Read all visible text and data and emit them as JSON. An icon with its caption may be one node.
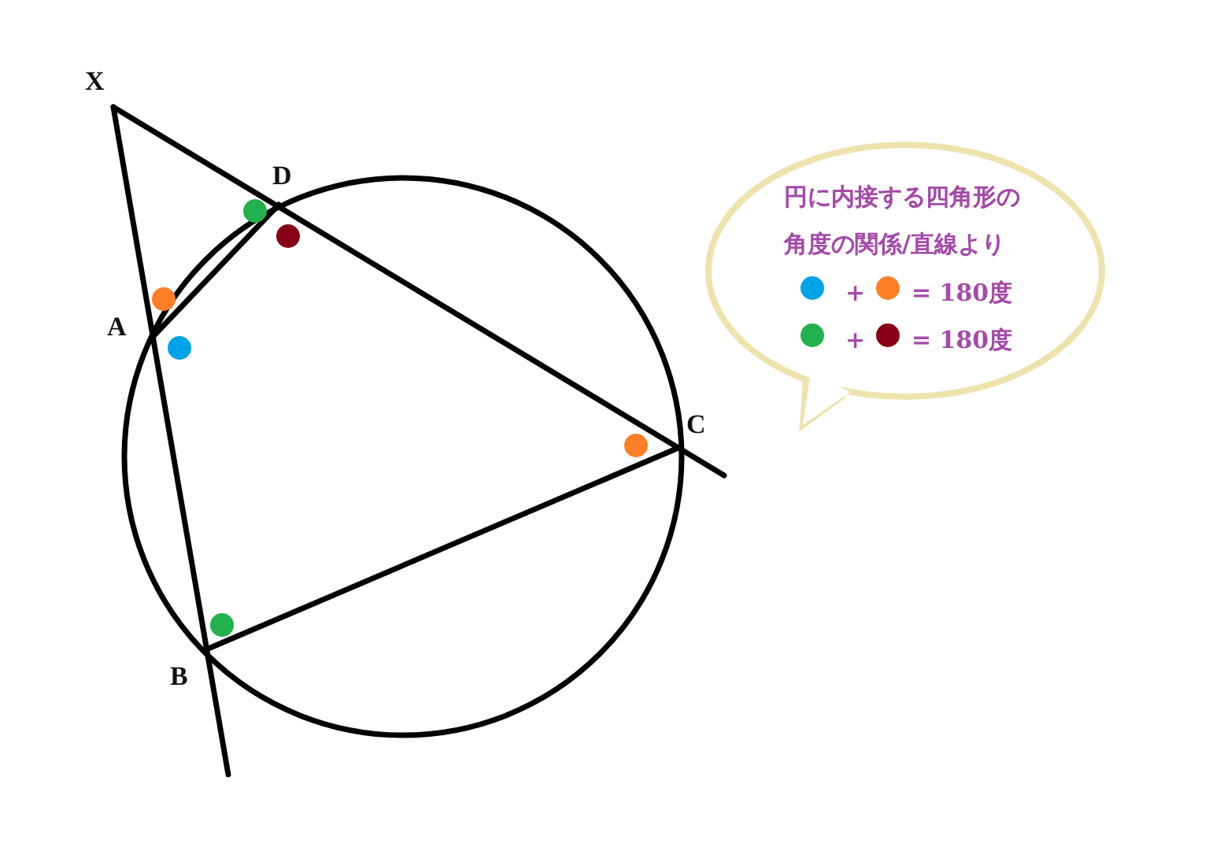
{
  "diagram": {
    "nodes": [
      {
        "text": [
          "円に内接する四角形の角度の関係/直線より",
          "+",
          "= 180度",
          "+",
          "= 180度"
        ]
      }
    ],
    "edges": [],
    "labels": [
      "X",
      "D",
      "A",
      "C",
      "B"
    ]
  }
}
